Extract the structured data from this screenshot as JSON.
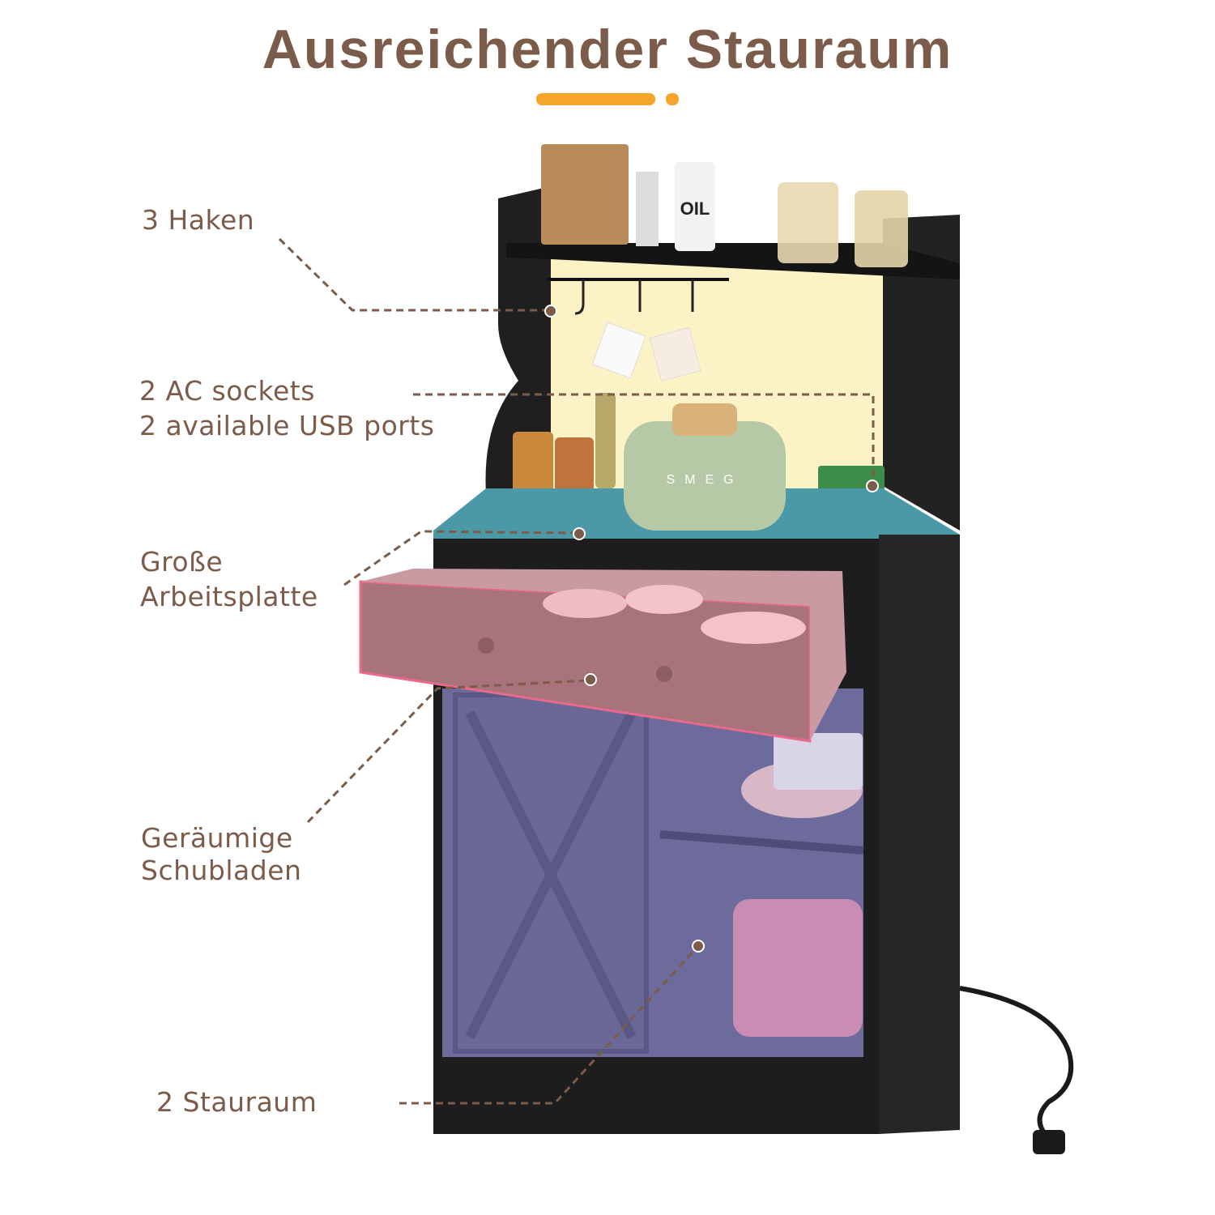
{
  "title": "Ausreichender Stauraum",
  "accent_color": "#f5a52b",
  "text_color": "#7b5b49",
  "labels": {
    "hooks": "3 Haken",
    "sockets_line1": "2 AC sockets",
    "sockets_line2": "2 available USB ports",
    "countertop_line1": "Große",
    "countertop_line2": "Arbeitsplatte",
    "drawer_line1": "Geräumige",
    "drawer_line2": "Schubladen",
    "storage": "2 Stauraum"
  },
  "product_text": {
    "oil_label": "OIL",
    "toaster_brand": "SMEG"
  }
}
